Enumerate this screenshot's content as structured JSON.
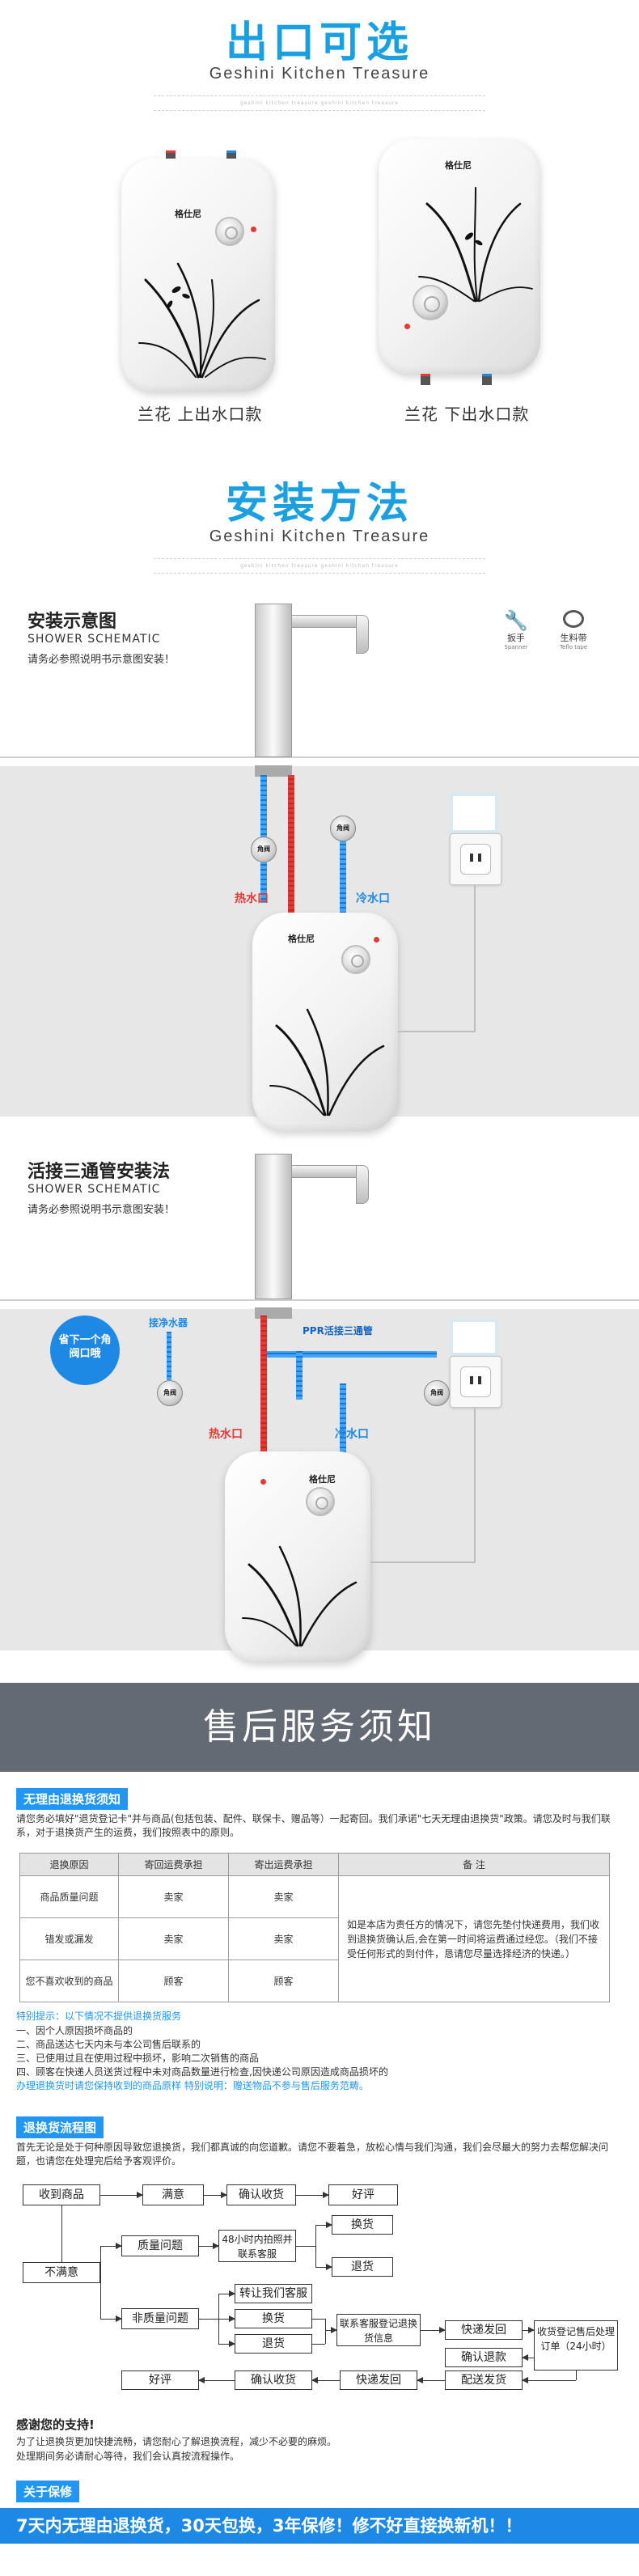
{
  "outlet_section": {
    "title": "出口可选",
    "subtitle": "Geshini  Kitchen Treasure",
    "tiny": "geshini kitchen treasure  geshini kitchen treasure",
    "brand": "格仕尼",
    "models": [
      {
        "caption": "兰花 上出水口款"
      },
      {
        "caption": "兰花 下出水口款"
      }
    ]
  },
  "install_section": {
    "title": "安装方法",
    "subtitle": "Geshini  Kitchen Treasure",
    "tiny": "geshini kitchen treasure  geshini kitchen treasure"
  },
  "scene1": {
    "title": "安装示意图",
    "subtitle": "SHOWER SCHEMATIC",
    "note": "请务必参照说明书示意图安装！",
    "tools": [
      {
        "label": "扳手",
        "sub": "Spanner"
      },
      {
        "label": "生料带",
        "sub": "Teflo tape"
      }
    ],
    "valve_label": "角阀",
    "hot_label": "热水口",
    "cold_label": "冷水口",
    "brand": "格仕尼"
  },
  "scene2": {
    "title": "活接三通管安装法",
    "subtitle": "SHOWER SCHEMATIC",
    "note": "请务必参照说明书示意图安装！",
    "bubble": "省下一个角阀口哦",
    "water_purifier": "接净水器",
    "tee_label": "PPR活接三通管",
    "valve_label": "角阀",
    "hot_label": "热水口",
    "cold_label": "冷水口",
    "brand": "格仕尼"
  },
  "service": {
    "banner": "售后服务须知",
    "no_reason": {
      "tag": "无理由退换货须知",
      "intro": "请您务必填好\"退货登记卡\"并与商品(包括包装、配件、联保卡、赠品等）一起寄回。我们承诺\"七天无理由退换货\"政策。请您及时与我们联系，对于退换货产生的运费，我们按照表中的原则。",
      "table": {
        "headers": [
          "退换原因",
          "寄回运费承担",
          "寄出运费承担",
          "备  注"
        ],
        "rows": [
          [
            "商品质量问题",
            "卖家",
            "卖家"
          ],
          [
            "错发或漏发",
            "卖家",
            "卖家"
          ],
          [
            "您不喜欢收到的商品",
            "顾客",
            "顾客"
          ]
        ],
        "note": "如是本店为责任方的情况下，请您先垫付快递费用，我们收到退换货确认后,会在第一时间将运费通过经您。（我们不接受任何形式的到付件，恳请您尽量选择经济的快递。）"
      },
      "special_title": "特别提示：以下情况不提供退换货服务",
      "special_items": [
        "一、因个人原因损坏商品的",
        "二、商品送达七天内未与本公司售后联系的",
        "三、已使用过且在使用过程中损坏，影响二次销售的商品",
        "四、顾客在快递人员送货过程中未对商品数量进行检查,因快递公司原因造成商品损坏的"
      ],
      "footer": "办理退换货时请您保持收到的商品原样   特别说明：赠送物品不参与售后服务范畴。"
    },
    "flow": {
      "tag": "退换货流程图",
      "intro": "首先无论是处于何种原因导致您退换货，我们都真诚的向您道歉。请您不要着急，放松心情与我们沟通，我们会尽最大的努力去帮您解决问题，也请您在处理完后给予客观评价。",
      "boxes": {
        "receive": "收到商品",
        "satisfied": "满意",
        "confirm": "确认收货",
        "good_review": "好评",
        "unsatisfied": "不满意",
        "quality": "质量问题",
        "reply48": "48小时内拍照并联系客服",
        "exchange": "换货",
        "return": "退货",
        "contact_cs": "转让我们客服",
        "non_quality": "非质量问题",
        "exchange2": "换货",
        "return2": "退货",
        "register": "联系客服登记退换货信息",
        "express_send": "快递发回",
        "register_office": "收货登记售后处理订单（24小时）",
        "confirm_refund": "确认退款",
        "ship_send": "配送发货",
        "good_review2": "好评",
        "confirm2": "确认收货",
        "express_send2": "快递发回"
      }
    },
    "thanks": {
      "title": "感谢您的支持!",
      "text1": "为了让退换货更加快捷流畅，请您耐心了解退换流程，减少不必要的麻烦。",
      "text2": "处理期间务必请耐心等待，我们会认真按流程操作。"
    },
    "warranty": {
      "tag": "关于保修",
      "text": "7天内无理由退换货，30天包换，3年保修！修不好直接换新机！！"
    }
  },
  "colors": {
    "accent": "#1aa0e0",
    "hot": "#e53935",
    "cold": "#1e88e5",
    "banner": "#646a73"
  }
}
